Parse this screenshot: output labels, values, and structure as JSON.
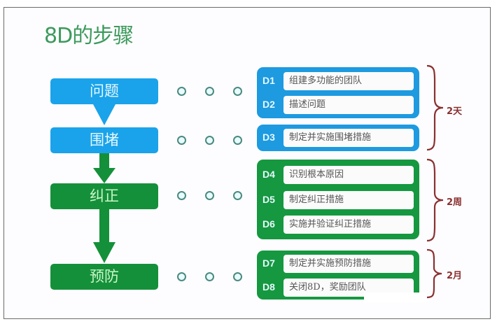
{
  "title": "8D的步骤",
  "steps": [
    {
      "label": "问题",
      "color": "#1aa3ea"
    },
    {
      "label": "围堵",
      "color": "#1aa3ea"
    },
    {
      "label": "纠正",
      "color": "#15903a"
    },
    {
      "label": "预防",
      "color": "#15903a"
    }
  ],
  "groups": [
    {
      "color": "#1d9ae0",
      "items": [
        {
          "code": "D1",
          "text": "组建多功能的团队"
        },
        {
          "code": "D2",
          "text": "描述问题"
        }
      ]
    },
    {
      "color": "#1d9ae0",
      "items": [
        {
          "code": "D3",
          "text": "制定并实施围堵措施"
        }
      ]
    },
    {
      "color": "#15983f",
      "items": [
        {
          "code": "D4",
          "text": "识别根本原因"
        },
        {
          "code": "D5",
          "text": "制定纠正措施"
        },
        {
          "code": "D6",
          "text": "实施并验证纠正措施"
        }
      ]
    },
    {
      "color": "#15983f",
      "items": [
        {
          "code": "D7",
          "text": "制定并实施预防措施"
        },
        {
          "code": "D8",
          "text": "关闭8D，奖励团队"
        }
      ]
    }
  ],
  "durations": [
    {
      "label": "2天"
    },
    {
      "label": "2周"
    },
    {
      "label": "2月"
    }
  ],
  "colors": {
    "title": "#3d9a5c",
    "blue": "#1aa3ea",
    "green": "#15903a",
    "brace": "#8a3030"
  }
}
